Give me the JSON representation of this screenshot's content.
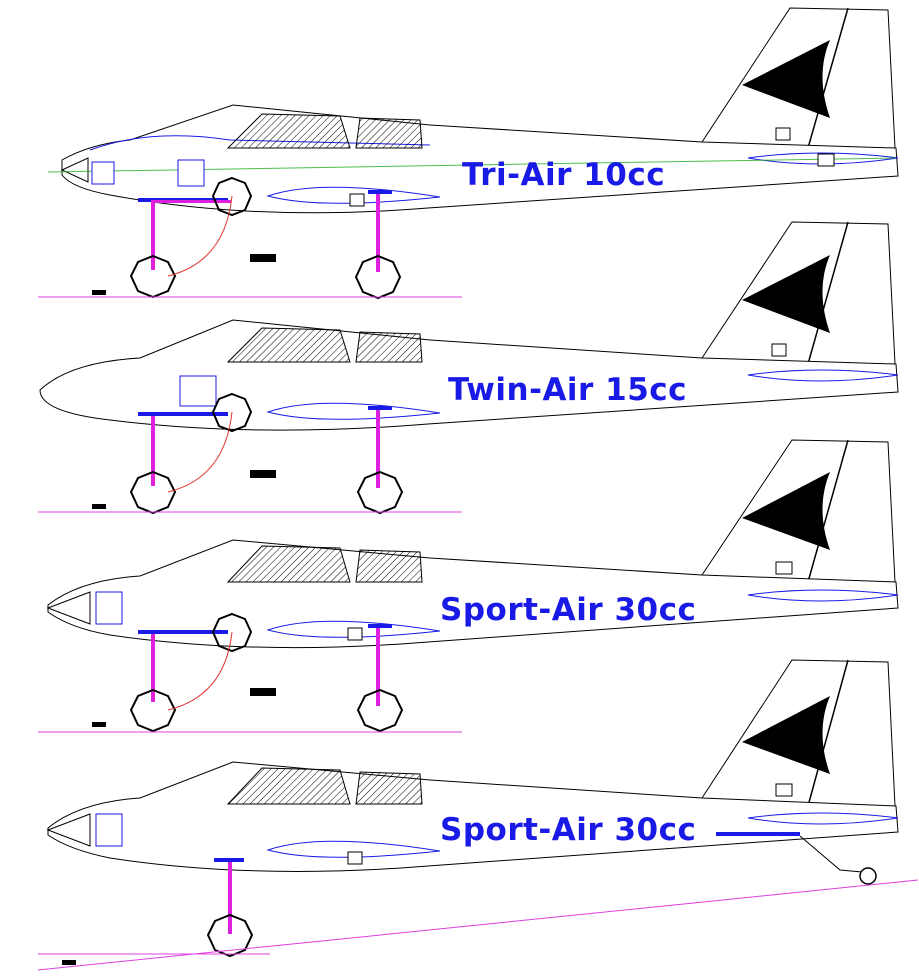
{
  "diagram": {
    "planes": [
      {
        "id": "tri-air",
        "label": "Tri-Air 10cc",
        "nose": "spinner",
        "gear": "tricycle-retract"
      },
      {
        "id": "twin-air",
        "label": "Twin-Air 15cc",
        "nose": "rounded",
        "gear": "tricycle-retract"
      },
      {
        "id": "sport-air-tricycle",
        "label": "Sport-Air 30cc",
        "nose": "spinner",
        "gear": "tricycle-retract"
      },
      {
        "id": "sport-air-taildragger",
        "label": "Sport-Air 30cc",
        "nose": "spinner",
        "gear": "taildragger"
      }
    ]
  },
  "colors": {
    "outline": "#000000",
    "accent_blue": "#1a1ae6",
    "gear_magenta": "#e020e0",
    "ground_line": "#e040e0",
    "retract_link": "#e03030",
    "centerline_green": "#20b020"
  }
}
